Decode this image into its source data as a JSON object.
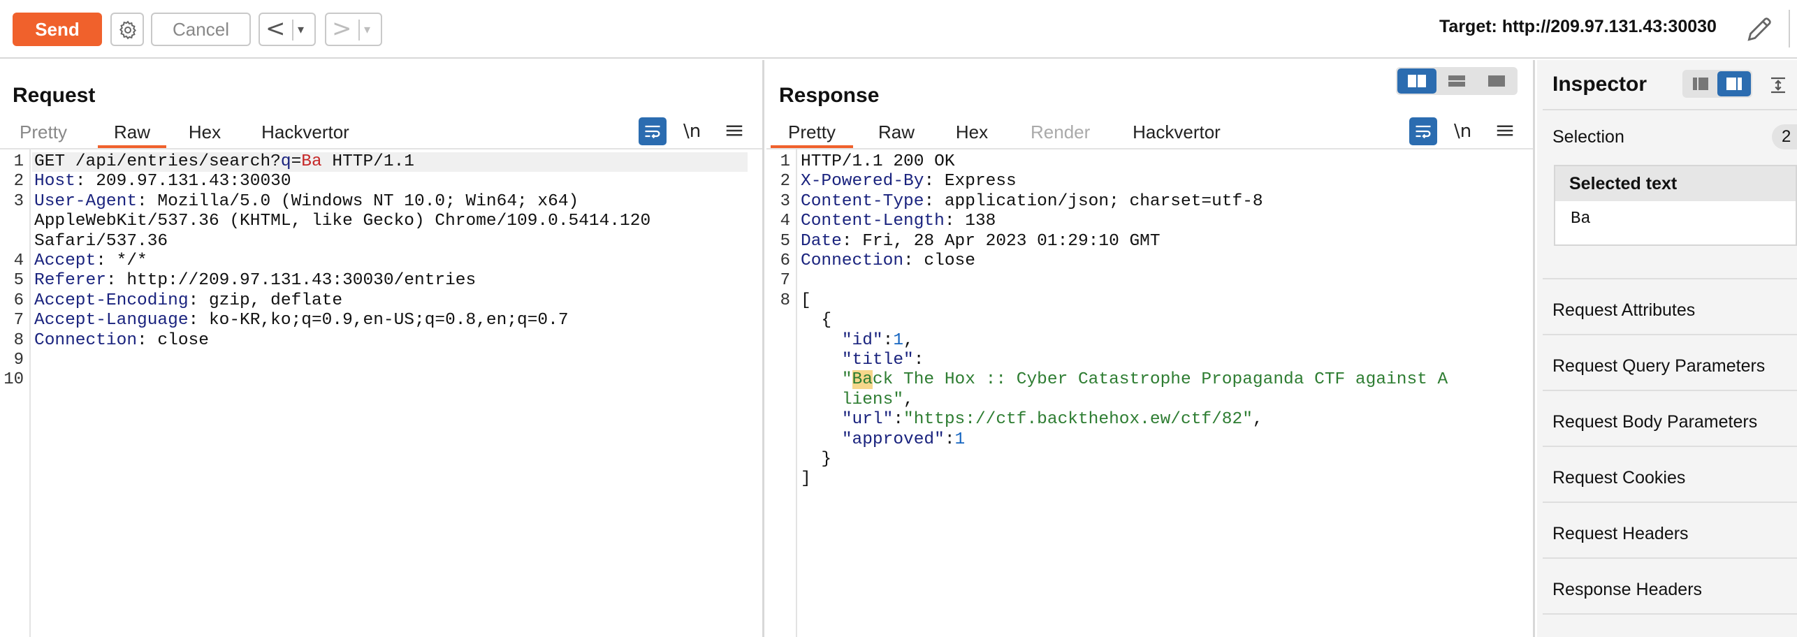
{
  "toolbar": {
    "send_label": "Send",
    "cancel_label": "Cancel",
    "back_glyph": "<",
    "forward_glyph": ">",
    "dropdown_glyph": "▾",
    "target_text": "Target: http://209.97.131.43:30030",
    "icons": [
      "gear-icon",
      "pencil-icon"
    ]
  },
  "request": {
    "title": "Request",
    "tabs": [
      "Pretty",
      "Raw",
      "Hex",
      "Hackvertor"
    ],
    "active_tab": "Raw",
    "newline_label": "\\n",
    "lines": [
      {
        "n": "1",
        "parts": [
          [
            "GET /api/entries/search?",
            "p"
          ],
          [
            "q",
            "k"
          ],
          [
            "=",
            "p"
          ],
          [
            "Ba",
            "hv"
          ],
          [
            " HTTP/1.1",
            "p"
          ]
        ]
      },
      {
        "n": "2",
        "parts": [
          [
            "Host",
            "k"
          ],
          [
            ": 209.97.131.43:30030",
            "p"
          ]
        ]
      },
      {
        "n": "3",
        "parts": [
          [
            "User-Agent",
            "k"
          ],
          [
            ": Mozilla/5.0 (Windows NT 10.0; Win64; x64)",
            "p"
          ]
        ]
      },
      {
        "n": "",
        "parts": [
          [
            "AppleWebKit/537.36 (KHTML, like Gecko) Chrome/109.0.5414.120",
            "p"
          ]
        ]
      },
      {
        "n": "",
        "parts": [
          [
            "Safari/537.36",
            "p"
          ]
        ]
      },
      {
        "n": "4",
        "parts": [
          [
            "Accept",
            "k"
          ],
          [
            ": */*",
            "p"
          ]
        ]
      },
      {
        "n": "5",
        "parts": [
          [
            "Referer",
            "k"
          ],
          [
            ": http://209.97.131.43:30030/entries",
            "p"
          ]
        ]
      },
      {
        "n": "6",
        "parts": [
          [
            "Accept-Encoding",
            "k"
          ],
          [
            ": gzip, deflate",
            "p"
          ]
        ]
      },
      {
        "n": "7",
        "parts": [
          [
            "Accept-Language",
            "k"
          ],
          [
            ": ko-KR,ko;q=0.9,en-US;q=0.8,en;q=0.7",
            "p"
          ]
        ]
      },
      {
        "n": "8",
        "parts": [
          [
            "Connection",
            "k"
          ],
          [
            ": close",
            "p"
          ]
        ]
      },
      {
        "n": "9",
        "parts": []
      },
      {
        "n": "10",
        "parts": []
      }
    ]
  },
  "response": {
    "title": "Response",
    "tabs": [
      "Pretty",
      "Raw",
      "Hex",
      "Render",
      "Hackvertor"
    ],
    "active_tab": "Pretty",
    "newline_label": "\\n",
    "lines": [
      {
        "n": "1",
        "parts": [
          [
            "HTTP/1.1 200 OK",
            "p"
          ]
        ]
      },
      {
        "n": "2",
        "parts": [
          [
            "X-Powered-By",
            "k"
          ],
          [
            ": Express",
            "p"
          ]
        ]
      },
      {
        "n": "3",
        "parts": [
          [
            "Content-Type",
            "k"
          ],
          [
            ": application/json; charset=utf-8",
            "p"
          ]
        ]
      },
      {
        "n": "4",
        "parts": [
          [
            "Content-Length",
            "k"
          ],
          [
            ": 138",
            "p"
          ]
        ]
      },
      {
        "n": "5",
        "parts": [
          [
            "Date",
            "k"
          ],
          [
            ": Fri, 28 Apr 2023 01:29:10 GMT",
            "p"
          ]
        ]
      },
      {
        "n": "6",
        "parts": [
          [
            "Connection",
            "k"
          ],
          [
            ": close",
            "p"
          ]
        ]
      },
      {
        "n": "7",
        "parts": []
      },
      {
        "n": "8",
        "parts": [
          [
            "[",
            "p"
          ]
        ]
      },
      {
        "n": "",
        "parts": [
          [
            "  {",
            "p"
          ]
        ]
      },
      {
        "n": "",
        "parts": [
          [
            "    ",
            "p"
          ],
          [
            "\"id\"",
            "k"
          ],
          [
            ":",
            "p"
          ],
          [
            "1",
            "num"
          ],
          [
            ",",
            "p"
          ]
        ]
      },
      {
        "n": "",
        "parts": [
          [
            "    ",
            "p"
          ],
          [
            "\"title\"",
            "k"
          ],
          [
            ":",
            "p"
          ]
        ]
      },
      {
        "n": "",
        "parts": [
          [
            "    ",
            "p"
          ],
          [
            "\"",
            "str"
          ],
          [
            "Ba",
            "sel"
          ],
          [
            "ck The Hox :: Cyber Catastrophe Propaganda CTF against A",
            "str"
          ]
        ]
      },
      {
        "n": "",
        "parts": [
          [
            "    ",
            "p"
          ],
          [
            "liens\"",
            "str"
          ],
          [
            ",",
            "p"
          ]
        ]
      },
      {
        "n": "",
        "parts": [
          [
            "    ",
            "p"
          ],
          [
            "\"url\"",
            "k"
          ],
          [
            ":",
            "p"
          ],
          [
            "\"https://ctf.backthehox.ew/ctf/82\"",
            "str"
          ],
          [
            ",",
            "p"
          ]
        ]
      },
      {
        "n": "",
        "parts": [
          [
            "    ",
            "p"
          ],
          [
            "\"approved\"",
            "k"
          ],
          [
            ":",
            "p"
          ],
          [
            "1",
            "num"
          ]
        ]
      },
      {
        "n": "",
        "parts": [
          [
            "  }",
            "p"
          ]
        ]
      },
      {
        "n": "",
        "parts": [
          [
            "]",
            "p"
          ]
        ]
      }
    ]
  },
  "inspector": {
    "title": "Inspector",
    "selection_label": "Selection",
    "selection_count": "2",
    "selected_text_header": "Selected text",
    "selected_text_value": "Ba",
    "sections": [
      "Request Attributes",
      "Request Query Parameters",
      "Request Body Parameters",
      "Request Cookies",
      "Request Headers",
      "Response Headers"
    ]
  },
  "colors": {
    "accent": "#f0612c",
    "selected_toggle": "#2b6cb0",
    "header_name": "#1a237e",
    "highlight_value": "#c62828",
    "json_string": "#2e7d32",
    "json_number": "#1565c0",
    "selection_mark": "#f7d78b"
  }
}
